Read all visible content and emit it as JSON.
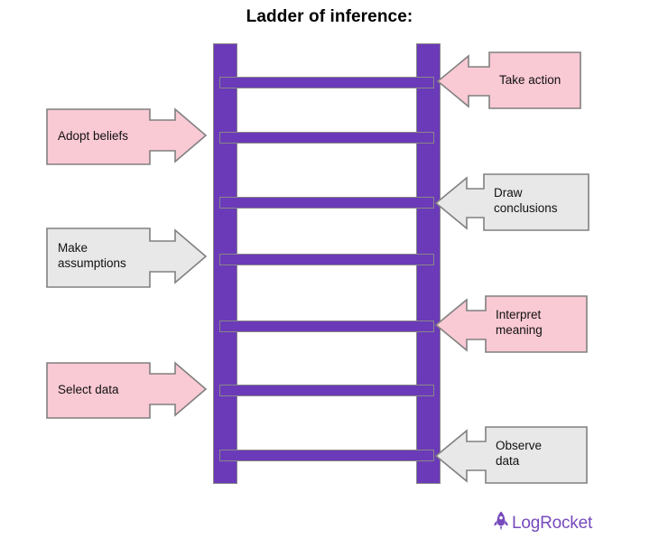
{
  "title": "Ladder of inference:",
  "colors": {
    "ladder_purple": "#6B3AB8",
    "pink_fill": "#F9C9D4",
    "gray_fill": "#E8E8E8",
    "box_stroke": "#808080",
    "arrow_white": "#FFFFFF",
    "brand_purple": "#764ABC",
    "text": "#111111",
    "background": "#FFFFFF"
  },
  "ladder": {
    "rail_count": 2,
    "rung_count": 7,
    "rung_tops": [
      85,
      146,
      218,
      281,
      355,
      426,
      498
    ]
  },
  "callouts_left": [
    {
      "id": "adopt-beliefs",
      "label": "Adopt beliefs",
      "style": "pink",
      "direction": "right"
    },
    {
      "id": "make-assumptions",
      "label": "Make\nassumptions",
      "style": "gray",
      "direction": "right"
    },
    {
      "id": "select-data",
      "label": "Select data",
      "style": "pink",
      "direction": "right"
    }
  ],
  "callouts_right": [
    {
      "id": "take-action",
      "label": "Take action",
      "style": "pink",
      "direction": "left"
    },
    {
      "id": "draw-conclusions",
      "label": "Draw\nconclusions",
      "style": "gray",
      "direction": "left"
    },
    {
      "id": "interpret-meaning",
      "label": "Interpret\nmeaning",
      "style": "pink",
      "direction": "left"
    },
    {
      "id": "observe-data",
      "label": "Observe\ndata",
      "style": "gray",
      "direction": "left"
    }
  ],
  "branding": {
    "wordmark": "LogRocket",
    "icon": "rocket-icon"
  }
}
